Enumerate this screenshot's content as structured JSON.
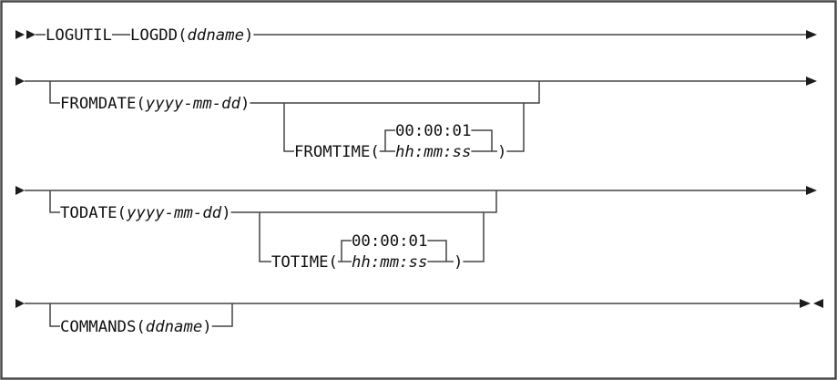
{
  "colors": {
    "background": "#ffffff",
    "border": "#4a4a4a",
    "line": "#444444",
    "text": "#111111"
  },
  "icons": {
    "start": "double-right-arrowhead",
    "continue_line": "right-arrowhead",
    "end": "right-left-arrowhead-pair"
  },
  "syntax": {
    "command": "LOGUTIL",
    "logdd": {
      "keyword": "LOGDD(",
      "variable": "ddname",
      "close": ")"
    },
    "fromdate": {
      "keyword": "FROMDATE(",
      "variable": "yyyy-mm-dd",
      "close": ")"
    },
    "fromtime": {
      "keyword": "FROMTIME(",
      "default_value": "00:00:01",
      "variable": "hh:mm:ss",
      "close": ")"
    },
    "todate": {
      "keyword": "TODATE(",
      "variable": "yyyy-mm-dd",
      "close": ")"
    },
    "totime": {
      "keyword": "TOTIME(",
      "default_value": "00:00:01",
      "variable": "hh:mm:ss",
      "close": ")"
    },
    "commands": {
      "keyword": "COMMANDS(",
      "variable": "ddname",
      "close": ")"
    }
  }
}
